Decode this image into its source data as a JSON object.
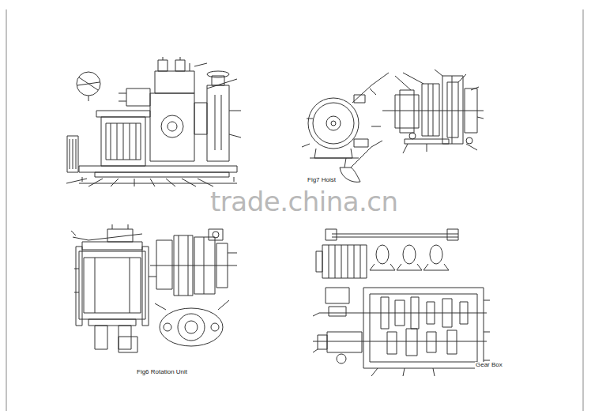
{
  "diagram": {
    "labels": [
      "Fig7 Hoist",
      "trade.china.cn",
      "Fig6 Rotation Unit",
      "Gear Box"
    ]
  }
}
